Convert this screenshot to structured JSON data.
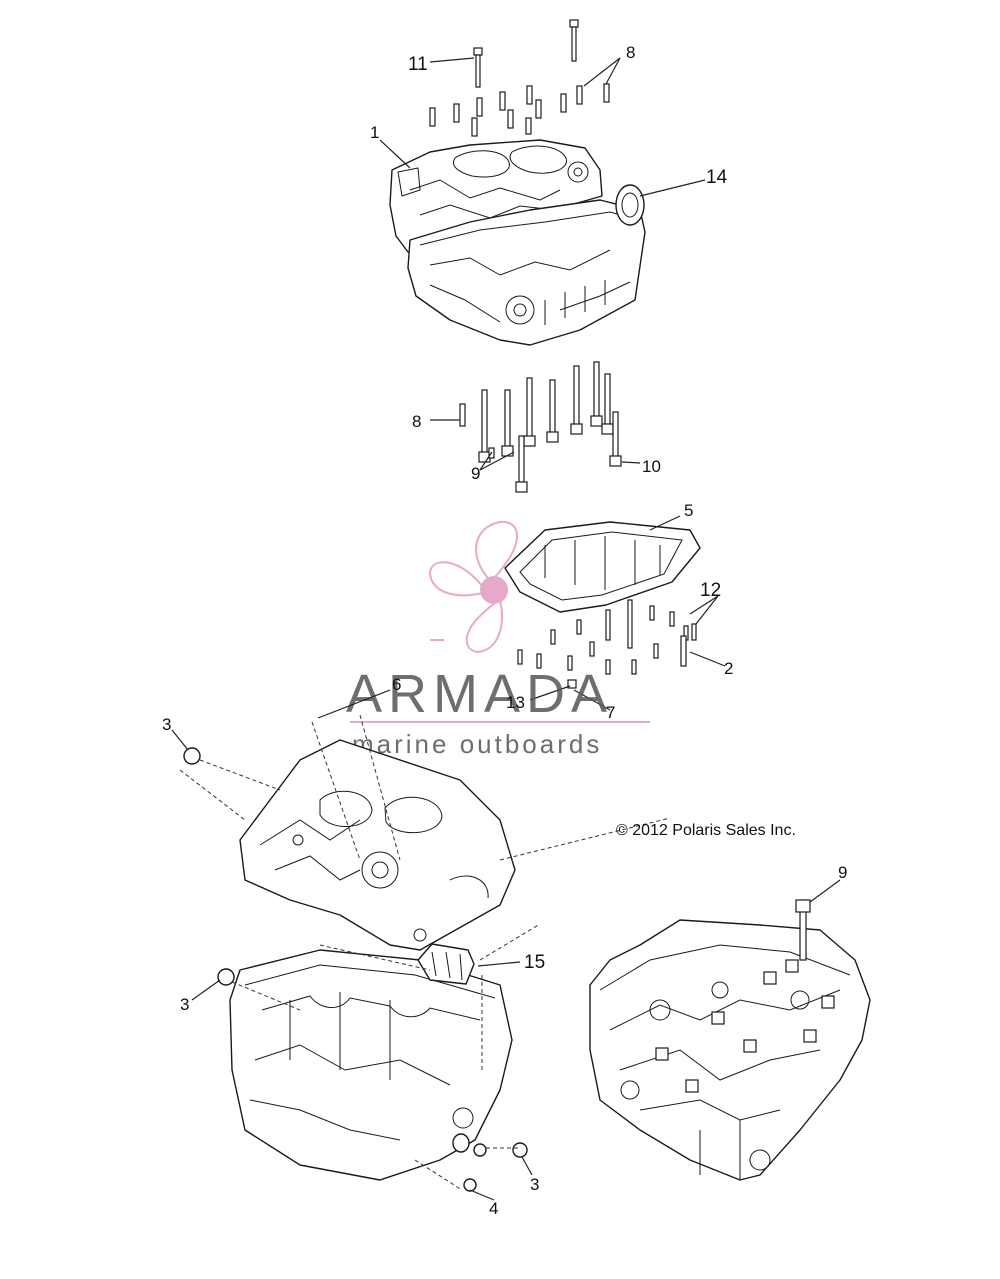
{
  "callouts": {
    "c1": "1",
    "c2": "2",
    "c3a": "3",
    "c3b": "3",
    "c3c": "3",
    "c4": "4",
    "c5": "5",
    "c6": "6",
    "c7": "7",
    "c8a": "8",
    "c8b": "8",
    "c9a": "9",
    "c9b": "9",
    "c10": "10",
    "c11": "11",
    "c12": "12",
    "c13": "13",
    "c14": "14",
    "c15": "15"
  },
  "watermark": {
    "brand": "ARMADA",
    "tagline": "marine outboards",
    "accent_color": "#e39bc0",
    "icon": "propeller-icon"
  },
  "copyright": "© 2012 Polaris Sales Inc."
}
